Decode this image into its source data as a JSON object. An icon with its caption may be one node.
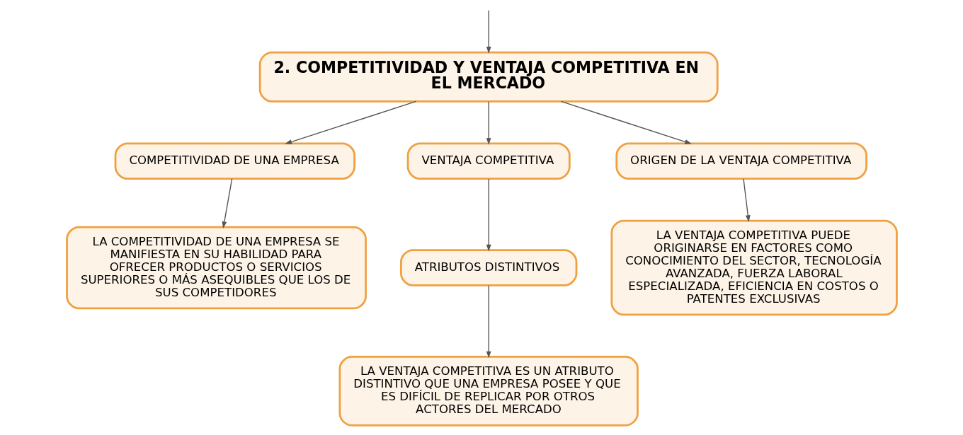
{
  "diagram": {
    "nodes": [
      {
        "text": [
          "2. COMPETITIVIDAD Y VENTAJA COMPETITIVA EN EL MERCADO"
        ]
      },
      {
        "text": [
          "COMPETITIVIDAD DE UNA EMPRESA"
        ]
      },
      {
        "text": [
          "VENTAJA COMPETITIVA"
        ]
      },
      {
        "text": [
          "ORIGEN DE LA VENTAJA COMPETITIVA"
        ]
      },
      {
        "text": [
          "LA COMPETITIVIDAD DE UNA EMPRESA SE MANIFIESTA EN SU HABILIDAD PARA OFRECER PRODUCTOS O SERVICIOS SUPERIORES O MÁS ASEQUIBLES QUE LOS DE SUS COMPETIDORES"
        ]
      },
      {
        "text": [
          "ATRIBUTOS DISTINTIVOS"
        ]
      },
      {
        "text": [
          "LA VENTAJA COMPETITIVA ES UN ATRIBUTO DISTINTIVO QUE UNA EMPRESA POSEE Y QUE ES DIFÍCIL DE REPLICAR POR OTROS ACTORES DEL MERCADO"
        ]
      },
      {
        "text": [
          "LA VENTAJA COMPETITIVA PUEDE ORIGINARSE EN FACTORES COMO CONOCIMIENTO DEL SECTOR, TECNOLOGÍA AVANZADA, FUERZA LABORAL ESPECIALIZADA, EFICIENCIA EN COSTOS O PATENTES EXCLUSIVAS"
        ]
      }
    ],
    "edges": [
      {
        "from": null,
        "to": 0,
        "arrow": "to"
      },
      {
        "from": 0,
        "to": 1,
        "arrow": "to"
      },
      {
        "from": 0,
        "to": 2,
        "arrow": "to"
      },
      {
        "from": 0,
        "to": 3,
        "arrow": "to"
      },
      {
        "from": 1,
        "to": 4,
        "arrow": "to"
      },
      {
        "from": 2,
        "to": 5,
        "arrow": "to"
      },
      {
        "from": 5,
        "to": 6,
        "arrow": "to"
      },
      {
        "from": 3,
        "to": 7,
        "arrow": "to"
      }
    ]
  }
}
